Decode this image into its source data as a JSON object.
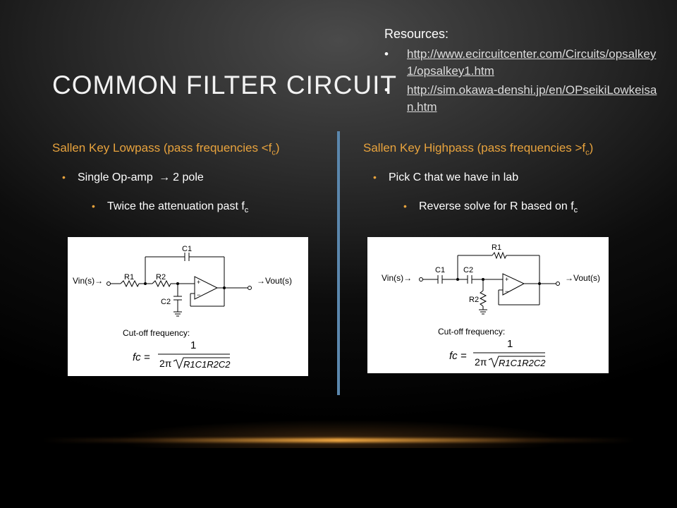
{
  "title": "COMMON FILTER CIRCUIT",
  "resources": {
    "heading": "Resources:",
    "links": [
      "http://www.ecircuitcenter.com/Circuits/opsalkey1/opsalkey1.htm",
      "http://sim.okawa-denshi.jp/en/OPseikiLowkeisan.htm"
    ]
  },
  "left": {
    "heading_main": "Sallen Key Lowpass (pass frequencies <f",
    "heading_sub": "c",
    "heading_end": ")",
    "bullet1": "Single Op-amp",
    "bullet1_arrow": "→",
    "bullet1_tail": "2 pole",
    "bullet2_main": "Twice the attenuation past f",
    "bullet2_sub": "c"
  },
  "right": {
    "heading_main": "Sallen Key Highpass (pass frequencies >f",
    "heading_sub": "c",
    "heading_end": ")",
    "bullet1": "Pick C that we have in lab",
    "bullet2_main": "Reverse solve for R based on f",
    "bullet2_sub": "c"
  },
  "lowpass_circuit": {
    "vin": "Vin(s)→",
    "vout": "→Vout(s)",
    "r1": "R1",
    "r2": "R2",
    "c1": "C1",
    "c2": "C2",
    "plus": "+",
    "minus": "−",
    "cutoff": "Cut-off frequency:",
    "fc": "fc =",
    "num": "1",
    "two_pi": "2π",
    "radicand": "R1C1R2C2"
  },
  "highpass_circuit": {
    "vin": "Vin(s)→",
    "vout": "→Vout(s)",
    "r1": "R1",
    "r2": "R2",
    "c1": "C1",
    "c2": "C2",
    "plus": "+",
    "minus": "−",
    "cutoff": "Cut-off frequency:",
    "fc": "fc =",
    "num": "1",
    "two_pi": "2π",
    "radicand": "R1C1R2C2"
  }
}
